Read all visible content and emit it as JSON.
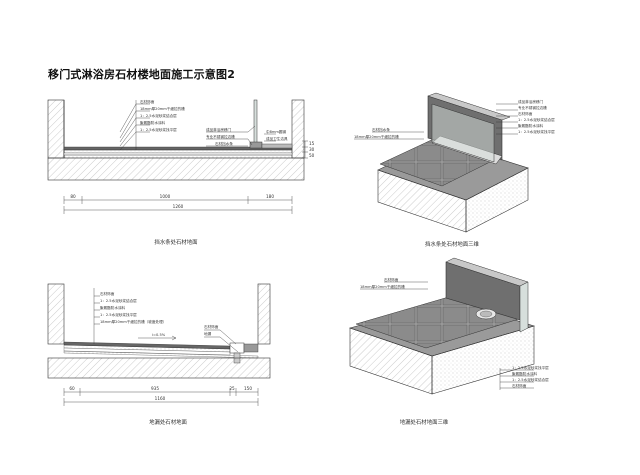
{
  "page": {
    "title": "移门式淋浴房石材楼地面施工示意图2"
  },
  "panels": [
    {
      "id": "tl",
      "caption": "挡水条处石材地面",
      "labels": [
        "石材饰面",
        "18mm厚20mm干细拉的槽",
        "1：2.5水泥砂浆结合层",
        "聚氨酯防水涂料",
        "1：2.5水泥砂浆找平层"
      ],
      "right_labels": [
        "成品淋浴房移门",
        "专业不锈钢拉边槽",
        "石材挡水条"
      ],
      "side_labels": [
        "中8mm圆钢",
        "成品卫生洁具"
      ],
      "dims_bottom": [
        "80",
        "1000",
        "180"
      ],
      "dim_total": "1260",
      "dims_right": [
        "15",
        "30",
        "50"
      ]
    },
    {
      "id": "tr",
      "caption": "挡水条处石材地面三维",
      "labels_right": [
        "成品淋浴房移门",
        "专业不锈钢拉边槽",
        "石材饰面",
        "1：2.5水泥砂浆结合层",
        "聚氨酯防水涂料",
        "1：2.5水泥砂浆找平层"
      ],
      "labels_left": [
        "石材挡水条",
        "18mm厚20mm干细拉的槽"
      ]
    },
    {
      "id": "bl",
      "caption": "地漏处石材地面",
      "labels": [
        "石材饰面",
        "1：2.5水泥砂浆结合层",
        "聚氨酯防水涂料",
        "1：2.5水泥砂浆找平层",
        "18mm厚20mm干细拉的槽（坡度处理）"
      ],
      "right_labels": [
        "石材饰面",
        "地漏"
      ],
      "slope": "i=0.5%",
      "dims_bottom": [
        "60",
        "935",
        "25",
        "150"
      ],
      "dim_total": "1160"
    },
    {
      "id": "br",
      "caption": "地漏处石材地面三维",
      "labels_left": [
        "石材饰面",
        "18mm厚20mm干细拉的槽"
      ],
      "labels_right": [
        "1：2.5水泥砂浆找平层",
        "聚氨酯防水涂料",
        "1：2.5水泥砂浆结合层",
        "石材饰面"
      ]
    }
  ],
  "colors": {
    "line": "#333333",
    "stone_dark": "#7b7b7b",
    "stone_tile": "#b8b8b8",
    "glass": "#d7dfdc",
    "hatch": "#8a8a8a"
  }
}
